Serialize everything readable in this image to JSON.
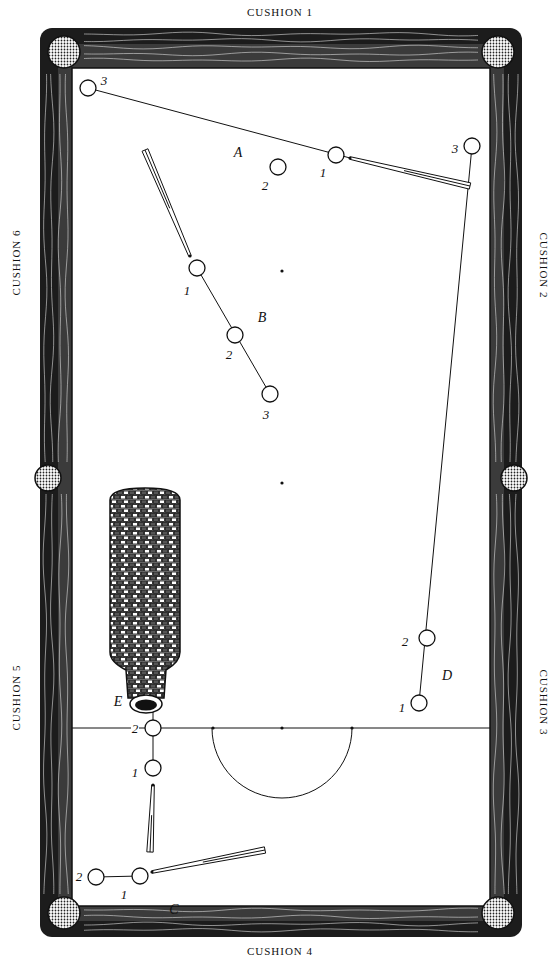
{
  "diagram": {
    "labels": [
      "CUSHION 1",
      "CUSHION 6",
      "CUSHION 2",
      "3",
      "A",
      "2",
      "1",
      "3",
      "1",
      "B",
      "2",
      "3",
      "2",
      "D",
      "1",
      "E",
      "2",
      "1",
      "CUSHION 5",
      "CUSHION 3",
      "2",
      "1",
      "C",
      "CUSHION 4"
    ]
  }
}
